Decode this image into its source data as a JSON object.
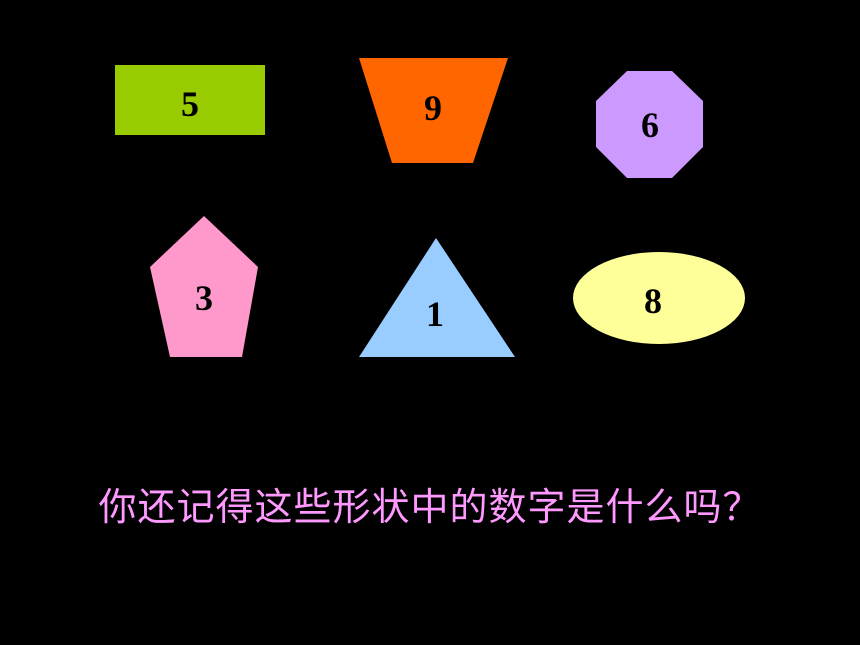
{
  "shapes": {
    "rectangle": {
      "number": "5",
      "color": "#99CC00"
    },
    "trapezoid": {
      "number": "9",
      "color": "#FF6600"
    },
    "octagon": {
      "number": "6",
      "color": "#CC99FF"
    },
    "pentagon": {
      "number": "3",
      "color": "#FF99CC"
    },
    "triangle": {
      "number": "1",
      "color": "#99CCFF"
    },
    "ellipse": {
      "number": "8",
      "color": "#FFFF99"
    }
  },
  "question": {
    "text": "你还记得这些形状中的数字是什么吗？",
    "color": "#FF99FF"
  },
  "background": "#000000"
}
